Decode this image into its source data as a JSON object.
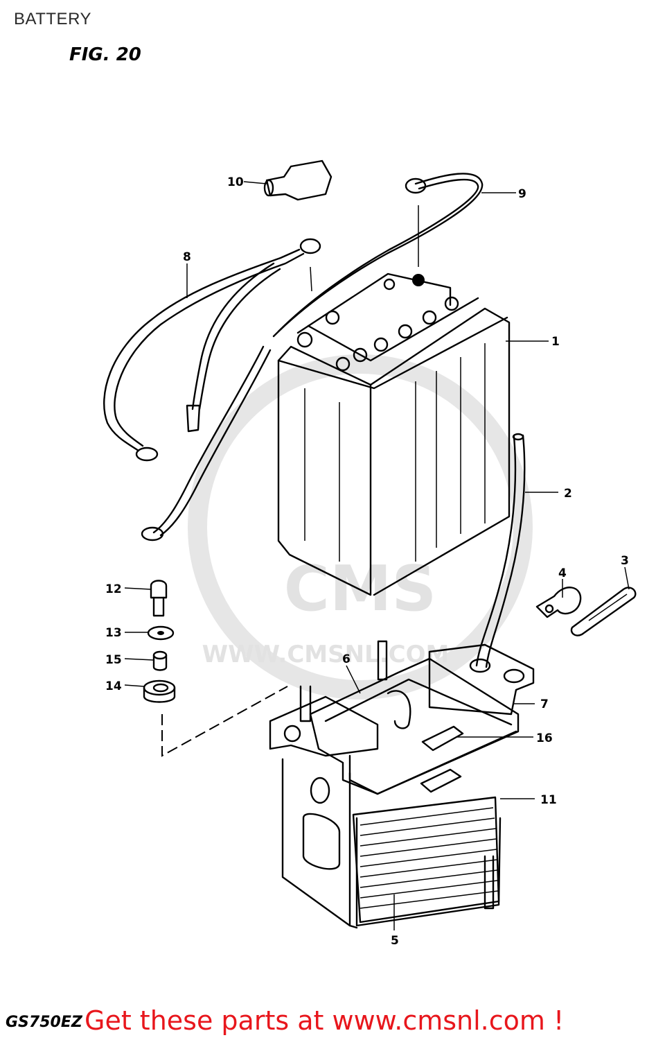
{
  "header": {
    "title": "BATTERY"
  },
  "figure": {
    "label": "FIG. 20"
  },
  "footer": {
    "model": "GS750EZ",
    "cta": "Get these parts at www.cmsnl.com !"
  },
  "watermark": {
    "brand": "CMS",
    "url": "WWW.CMSNL.COM"
  },
  "callouts": {
    "n1": "1",
    "n2": "2",
    "n3": "3",
    "n4": "4",
    "n5": "5",
    "n6": "6",
    "n7": "7",
    "n8": "8",
    "n9": "9",
    "n10": "10",
    "n11": "11",
    "n12": "12",
    "n13": "13",
    "n14": "14",
    "n15": "15",
    "n16": "16"
  },
  "colors": {
    "cta": "#e8161c",
    "line": "#000000",
    "watermark": "#e2e2e2"
  }
}
